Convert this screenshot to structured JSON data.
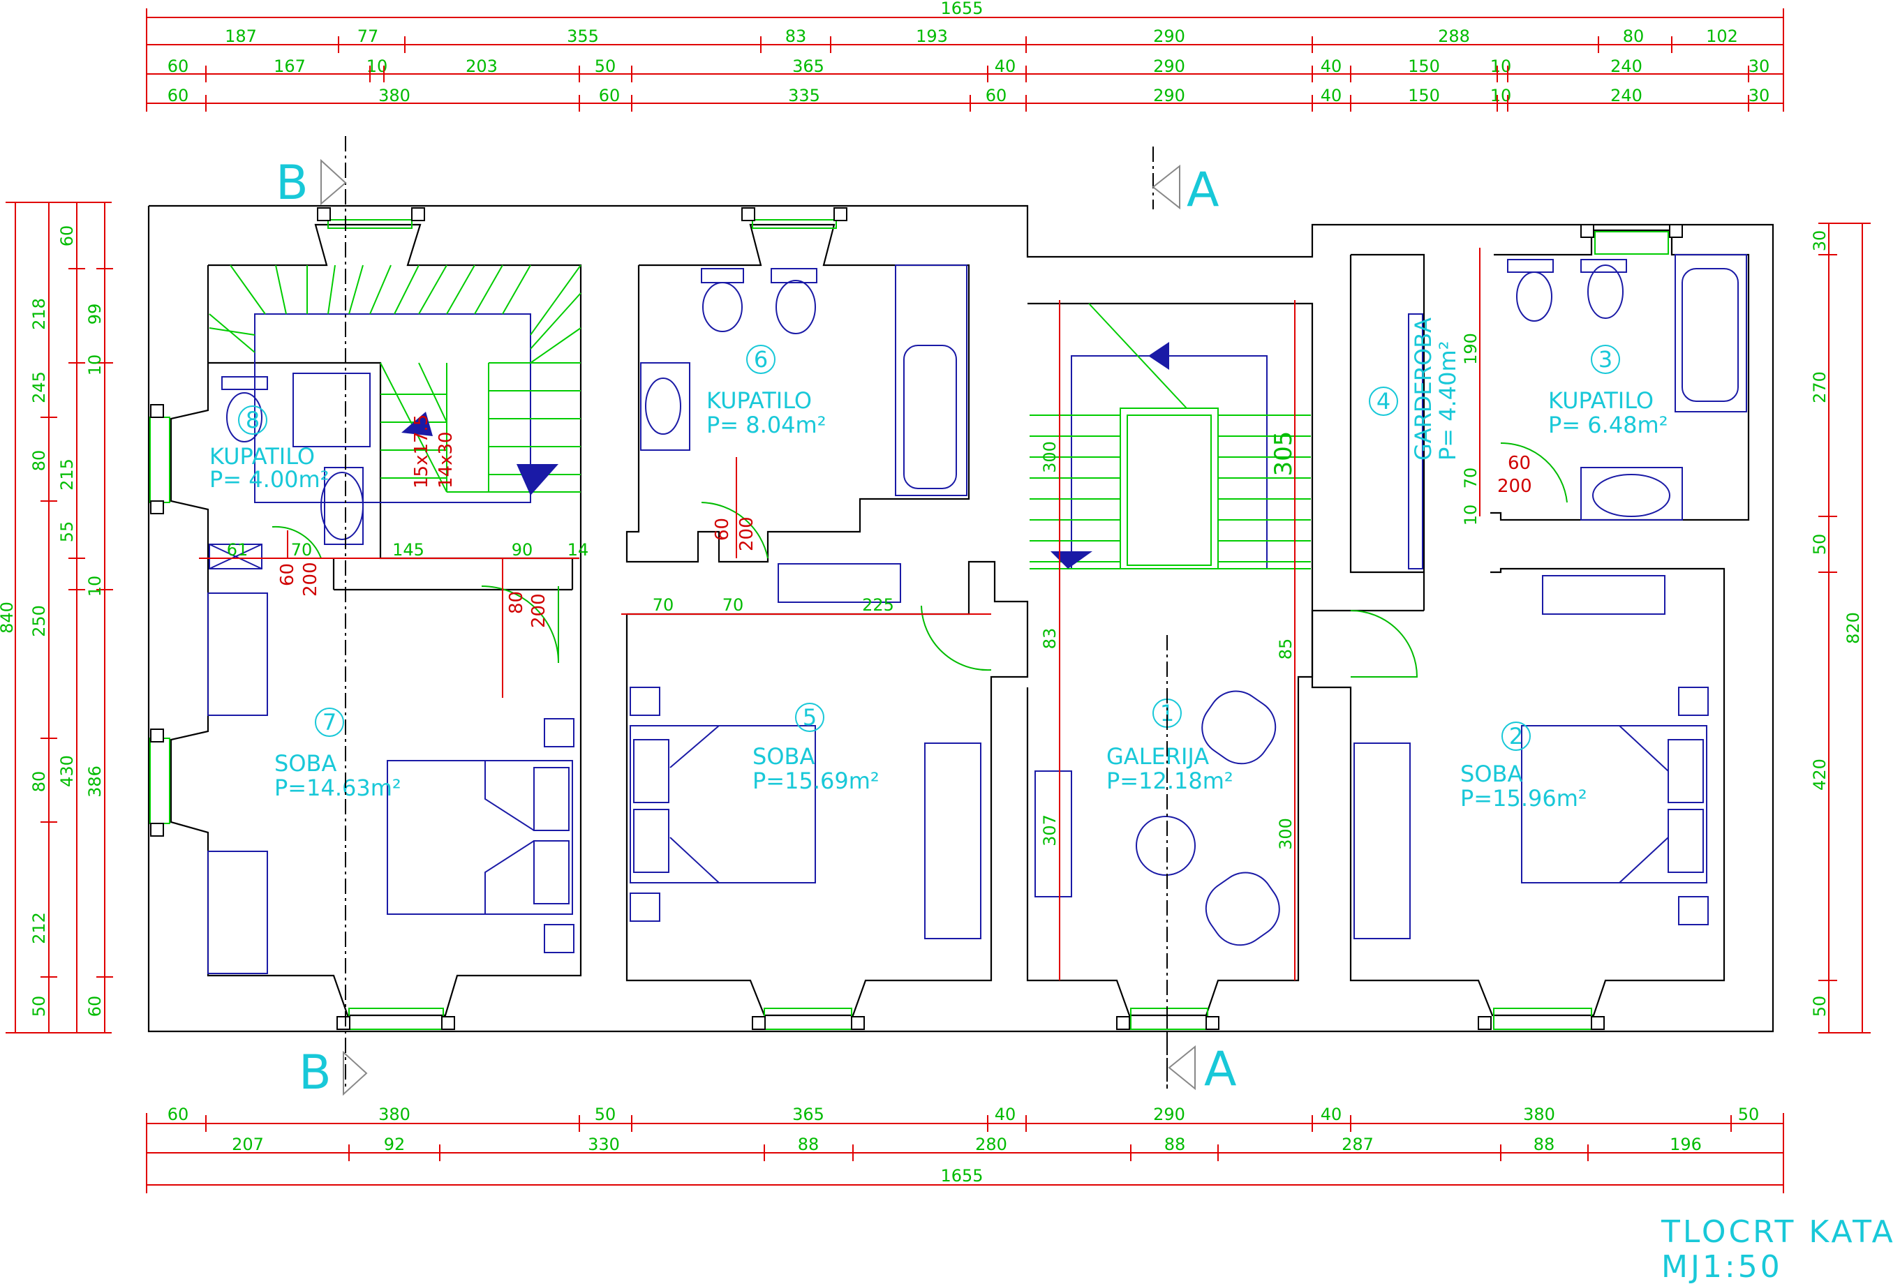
{
  "title": {
    "line1": "TLOCRT  KATA",
    "line2": "MJ1:50"
  },
  "section_marks": {
    "b_top": "B",
    "b_bottom": "B",
    "a_top": "A",
    "a_bottom": "A"
  },
  "dims_top": {
    "row1": [
      "1655"
    ],
    "row2": [
      "187",
      "77",
      "355",
      "83",
      "193",
      "290",
      "288",
      "80",
      "102"
    ],
    "row3": [
      "60",
      "167",
      "10",
      "203",
      "50",
      "365",
      "40",
      "290",
      "40",
      "150",
      "10",
      "240",
      "30"
    ],
    "row4": [
      "60",
      "380",
      "60",
      "335",
      "60",
      "290",
      "40",
      "150",
      "10",
      "240",
      "30"
    ]
  },
  "dims_bottom": {
    "row1": [
      "60",
      "380",
      "50",
      "365",
      "40",
      "290",
      "40",
      "380",
      "50"
    ],
    "row2": [
      "207",
      "92",
      "330",
      "88",
      "280",
      "88",
      "287",
      "88",
      "196"
    ],
    "row3": [
      "1655"
    ]
  },
  "dims_left": {
    "outer": [
      "840"
    ],
    "mid": [
      "218",
      "245",
      "80",
      "250",
      "80",
      "212",
      "50"
    ],
    "inner": [
      "60",
      "99",
      "10",
      "215",
      "55",
      "10",
      "430",
      "386",
      "60"
    ]
  },
  "dims_right": {
    "inner": [
      "30",
      "270",
      "50",
      "420",
      "50"
    ],
    "outer": [
      "820"
    ]
  },
  "rooms": [
    {
      "num": "1",
      "name": "GALERIJA",
      "area": "P=12.18m²"
    },
    {
      "num": "2",
      "name": "SOBA",
      "area": "P=15.96m²"
    },
    {
      "num": "3",
      "name": "KUPATILO",
      "area": "P=  6.48m²"
    },
    {
      "num": "4",
      "name": "GARDEROBA",
      "area": "P=  4.40m²"
    },
    {
      "num": "5",
      "name": "SOBA",
      "area": "P=15.69m²"
    },
    {
      "num": "6",
      "name": "KUPATILO",
      "area": "P=  8.04m²"
    },
    {
      "num": "7",
      "name": "SOBA",
      "area": "P=14.63m²"
    },
    {
      "num": "8",
      "name": "KUPATILO",
      "area": "P=  4.00m²"
    }
  ],
  "inner_dims": {
    "stair_step": "15x17.5",
    "stair_count": "14x30",
    "door_b8_w": "60",
    "door_b8_h": "200",
    "door_b6_w": "60",
    "door_b6_h": "200",
    "door_7_w": "80",
    "door_7_h": "200",
    "door_3_w": "60",
    "door_3_h": "200",
    "corr": [
      "61",
      "70",
      "145",
      "90",
      "14"
    ],
    "r5": [
      "70",
      "70",
      "225"
    ],
    "stairs_h": "300",
    "stairs_h2": "305",
    "gal_a": "83",
    "gal_b": "85",
    "gal_c": "307",
    "gal_d": "300",
    "gard_a": "190",
    "gard_b": "70",
    "gard_c": "10"
  },
  "colors": {
    "wall": "#000000",
    "dimension_line": "#e00000",
    "dimension_text": "#00bb00",
    "room_label": "#18c8d8",
    "furniture": "#1a1aa6",
    "window": "#00cc00"
  }
}
